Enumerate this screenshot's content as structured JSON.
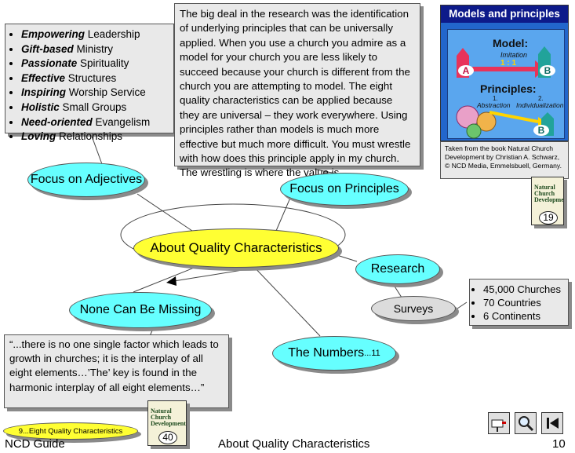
{
  "adjectives": [
    {
      "bold": "Empowering",
      "rest": " Leadership"
    },
    {
      "bold": "Gift-based",
      "rest": " Ministry"
    },
    {
      "bold": "Passionate",
      "rest": " Spirituality"
    },
    {
      "bold": "Effective",
      "rest": " Structures"
    },
    {
      "bold": "Inspiring",
      "rest": " Worship Service"
    },
    {
      "bold": "Holistic",
      "rest": " Small Groups"
    },
    {
      "bold": "Need-oriented",
      "rest": " Evangelism"
    },
    {
      "bold": "Loving",
      "rest": " Relationships"
    }
  ],
  "principles_text": "The big deal in the research was the identification of underlying principles that can be universally applied.  When you use a church you admire as a model for your church you are less likely to succeed because your church is different from the church you are attempting to model.  The eight quality characteristics can be applied because they are universal – they work everywhere.  Using principles rather than models is much more effective but much more difficult.  You must wrestle with how does this principle apply in my church.  The wrestling is where the value is.",
  "image_panel": {
    "title": "Models and principles",
    "model_label": "Model:",
    "imitation_label": "Imitation",
    "ratio": "1 : 1",
    "principles_label": "Principles:",
    "step1": "1.",
    "abstraction": "Abstraction",
    "step2": "2.",
    "individualization": "Individualization",
    "letter_a": "A",
    "letter_b": "B",
    "letter_b2": "B"
  },
  "caption": "Taken from the book Natural Church Development by Christian A. Schwarz, © NCD Media, Emmelsbuell, Germany.",
  "book_small": {
    "title": "Natural Church Development",
    "page": "19"
  },
  "book_large": {
    "title": "Natural Church Development",
    "page": "40"
  },
  "nodes": {
    "adjectives": "Focus on Adjectives",
    "principles": "Focus on Principles",
    "center": "About Quality Characteristics",
    "research": "Research",
    "surveys": "Surveys",
    "missing": "None Can Be Missing",
    "numbers": "The Numbers",
    "numbers_ref": "...11",
    "eight": "9...Eight Quality Characteristics"
  },
  "stats": [
    "45,000 Churches",
    "70 Countries",
    "6 Continents"
  ],
  "quote": "“...there is no one single factor which leads to growth in churches; it is the interplay of all eight elements…’The’ key is found in the harmonic interplay of all eight elements…”",
  "footer": {
    "left": "NCD Guide",
    "center": "About Quality Characteristics",
    "page": "10"
  },
  "icons": [
    "mailbox-icon",
    "magnifier-icon",
    "first-page-icon"
  ]
}
